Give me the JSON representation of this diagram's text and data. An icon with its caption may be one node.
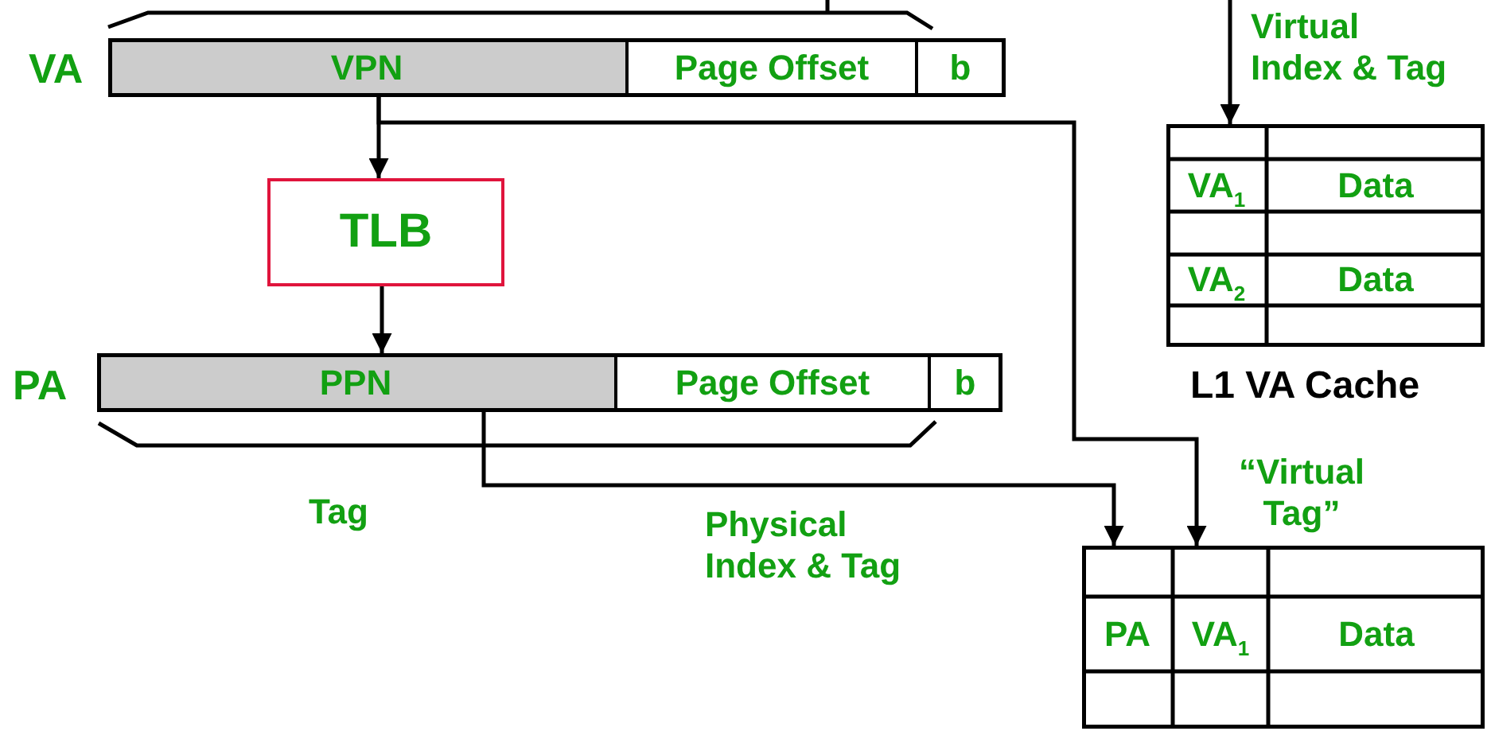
{
  "diagram": {
    "nodes": [
      {
        "text": [],
        "shape": "box",
        "beside": [
          "VA"
        ]
      },
      {
        "text": [
          "VPN"
        ],
        "in": 0
      },
      {
        "text": [
          "Page Offset"
        ],
        "in": 0
      },
      {
        "text": [
          "b"
        ],
        "in": 0
      },
      {
        "text": [
          "TLB"
        ]
      },
      {
        "text": [],
        "shape": "box",
        "beside": [
          "PA"
        ]
      },
      {
        "text": [
          "PPN"
        ],
        "in": 5
      },
      {
        "text": [
          "Page Offset"
        ],
        "in": 5
      },
      {
        "text": [
          "b"
        ],
        "in": 5
      },
      {
        "text": [],
        "shape": "box",
        "beside": [
          "L1 VA Cache"
        ]
      },
      {
        "text": [
          "VA$_{1}$"
        ],
        "in": 9
      },
      {
        "text": [
          "Data"
        ],
        "in": 9
      },
      {
        "text": [
          "VA$_{2}$"
        ],
        "in": 9
      },
      {
        "text": [
          "Data"
        ],
        "in": 9
      },
      {
        "text": [],
        "shape": "box"
      },
      {
        "text": [
          "PA"
        ],
        "in": 14
      },
      {
        "text": [
          "VA$_{1}$"
        ],
        "in": 14
      },
      {
        "text": [
          "Data"
        ],
        "in": 14
      }
    ],
    "edges": [
      {
        "from": 1,
        "to": 4,
        "arrow": "to"
      },
      {
        "from": 4,
        "to": 6,
        "arrow": "to"
      },
      {
        "from": null,
        "to": 9,
        "arrow": "to",
        "label": "Virtual Index & Tag"
      },
      {
        "from": 1,
        "to": 14,
        "arrow": "to",
        "label": "“Virtual Tag”"
      },
      {
        "from": 5,
        "to": 14,
        "arrow": "to",
        "label": "Physical Index & Tag"
      }
    ],
    "labels": [
      "Tag"
    ]
  }
}
